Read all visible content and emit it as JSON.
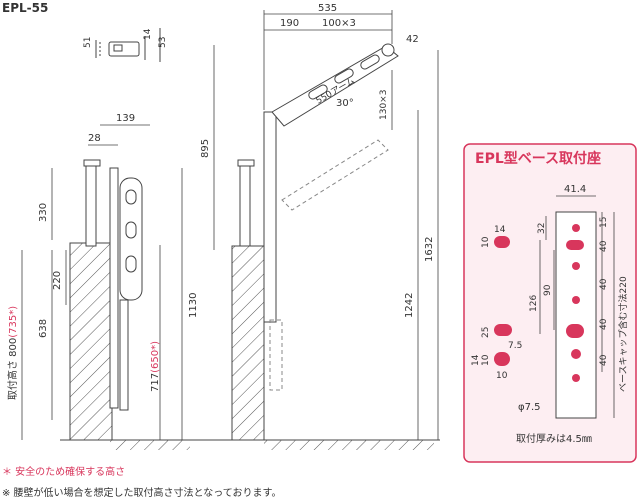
{
  "model": "EPL-55",
  "dims": {
    "top_total": "535",
    "top_a": "190",
    "top_b": "100×3",
    "arm_label": "550アーム",
    "tip": "42",
    "angle": "30°",
    "pitch": "130×3",
    "height_895": "895",
    "height_1632": "1632",
    "height_1242": "1242",
    "side_139": "139",
    "side_28": "28",
    "side_330": "330",
    "side_220": "220",
    "side_638": "638",
    "side_1130": "1130",
    "side_717": "717",
    "side_650": "(650*)",
    "mount_prefix": "取付高さ 800",
    "mount_star": "(735*)",
    "bracket_51": "51",
    "bracket_14": "14",
    "bracket_53": "53"
  },
  "base_panel": {
    "title": "EPL型ベース取付座",
    "width": "41.4",
    "d15": "15",
    "d32": "32",
    "d40a": "40",
    "d40b": "40",
    "d40c": "40",
    "d40d": "40",
    "d90": "90",
    "d126": "126",
    "cap_note": "ベースキャップ含む寸法220",
    "hole_a_w": "14",
    "hole_a_h": "10",
    "hole_b_w": "25",
    "hole_b_h": "7.5",
    "hole_c_w": "14",
    "hole_c_h": "10",
    "hole_c_w2": "10",
    "phi": "φ7.5",
    "thickness": "取付厚みは4.5㎜"
  },
  "notes": {
    "safety": "＊ 安全のため確保する高さ",
    "wall": "※ 腰壁が低い場合を想定した取付高さ寸法となっております。"
  },
  "colors": {
    "accent": "#d8365c",
    "line": "#333333",
    "panel_bg": "#fdeef2"
  }
}
